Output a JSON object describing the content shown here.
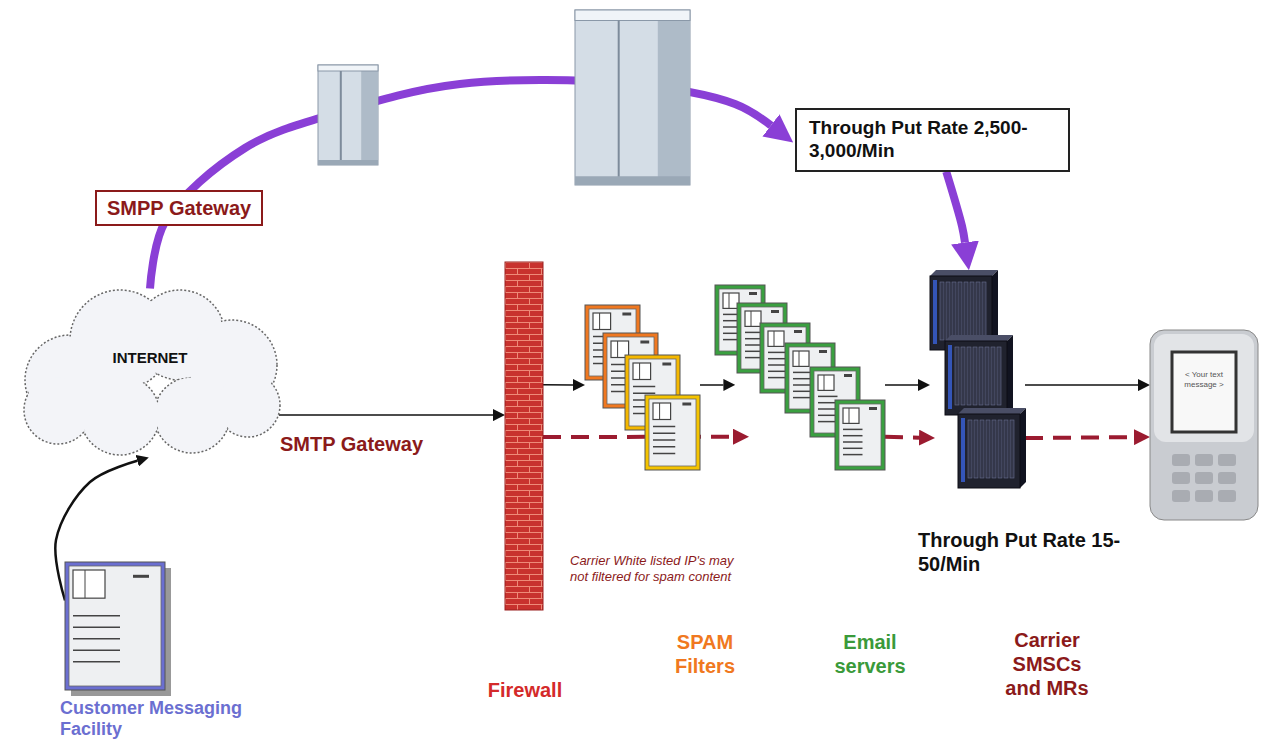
{
  "diagram": {
    "nodes": [
      {
        "text": [
          "INTERNET"
        ]
      },
      {
        "text": [
          "Customer Messaging Facility"
        ]
      },
      {
        "text": [
          "Through Put Rate 2,500-3,000/Min"
        ]
      },
      {
        "text": [
          "Firewall"
        ]
      },
      {
        "text": [
          "SPAM Filters"
        ]
      },
      {
        "text": [
          "Email servers"
        ]
      },
      {
        "text": [
          "Carrier SMSCs and MRs"
        ]
      },
      {
        "text": [
          "< Your text message >"
        ]
      }
    ],
    "edges": [
      {
        "from": 1,
        "to": 0,
        "arrow": "to"
      },
      {
        "from": 0,
        "to": 3,
        "label": "SMTP Gateway",
        "arrow": "to"
      },
      {
        "from": 0,
        "to": 2,
        "label": "SMPP Gateway",
        "arrow": "to"
      },
      {
        "from": 2,
        "to": 6,
        "arrow": "to"
      },
      {
        "from": 3,
        "to": 4,
        "arrow": "to"
      },
      {
        "from": 4,
        "to": 5,
        "arrow": "to"
      },
      {
        "from": 5,
        "to": 6,
        "arrow": "to"
      },
      {
        "from": 6,
        "to": 7,
        "arrow": "to"
      },
      {
        "from": 3,
        "to": 5,
        "arrow": "to"
      },
      {
        "from": 5,
        "to": 6,
        "arrow": "to"
      },
      {
        "from": 6,
        "to": 7,
        "arrow": "to"
      }
    ],
    "labels": [
      "Carrier White listed IP's may not filtered for spam content",
      "Through Put Rate 15-50/Min"
    ]
  }
}
